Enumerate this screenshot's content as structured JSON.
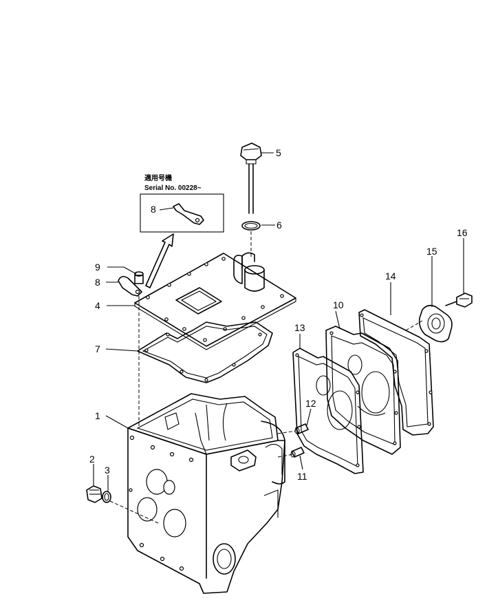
{
  "callouts": {
    "c1": "1",
    "c2": "2",
    "c3": "3",
    "c4": "4",
    "c5": "5",
    "c6": "6",
    "c7": "7",
    "c8a": "8",
    "c8b": "8",
    "c9": "9",
    "c10": "10",
    "c11": "11",
    "c12": "12",
    "c13": "13",
    "c14": "14",
    "c15": "15",
    "c16": "16"
  },
  "serial_note": {
    "line1": "適用号機",
    "line2": "Serial No. 00228~"
  }
}
